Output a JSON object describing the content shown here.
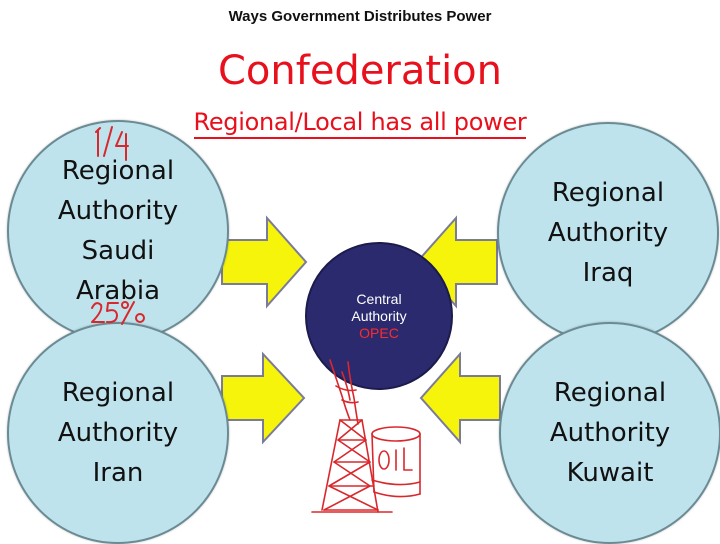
{
  "header": {
    "title": "Ways Government Distributes Power"
  },
  "slide": {
    "heading": "Confederation",
    "subheading": "Regional/Local has all power"
  },
  "regions": {
    "saudi": {
      "lines": [
        "Regional",
        "Authority",
        "Saudi",
        "Arabia"
      ]
    },
    "iraq": {
      "lines": [
        "Regional",
        "Authority",
        "Iraq"
      ]
    },
    "iran": {
      "lines": [
        "Regional",
        "Authority",
        "Iran"
      ]
    },
    "kuwait": {
      "lines": [
        "Regional",
        "Authority",
        "Kuwait"
      ]
    }
  },
  "central": {
    "line1": "Central",
    "line2": "Authority",
    "org": "OPEC"
  },
  "annotations": {
    "fraction": "1/4",
    "percent": "25%",
    "barrel": "OIL"
  },
  "colors": {
    "title_red": "#e8101c",
    "region_fill": "#bfe3ec",
    "central_fill": "#2b2a6f",
    "arrow_fill": "#f6f40a",
    "arrow_stroke": "#7a7a9a",
    "ink_red": "#d9282d"
  }
}
